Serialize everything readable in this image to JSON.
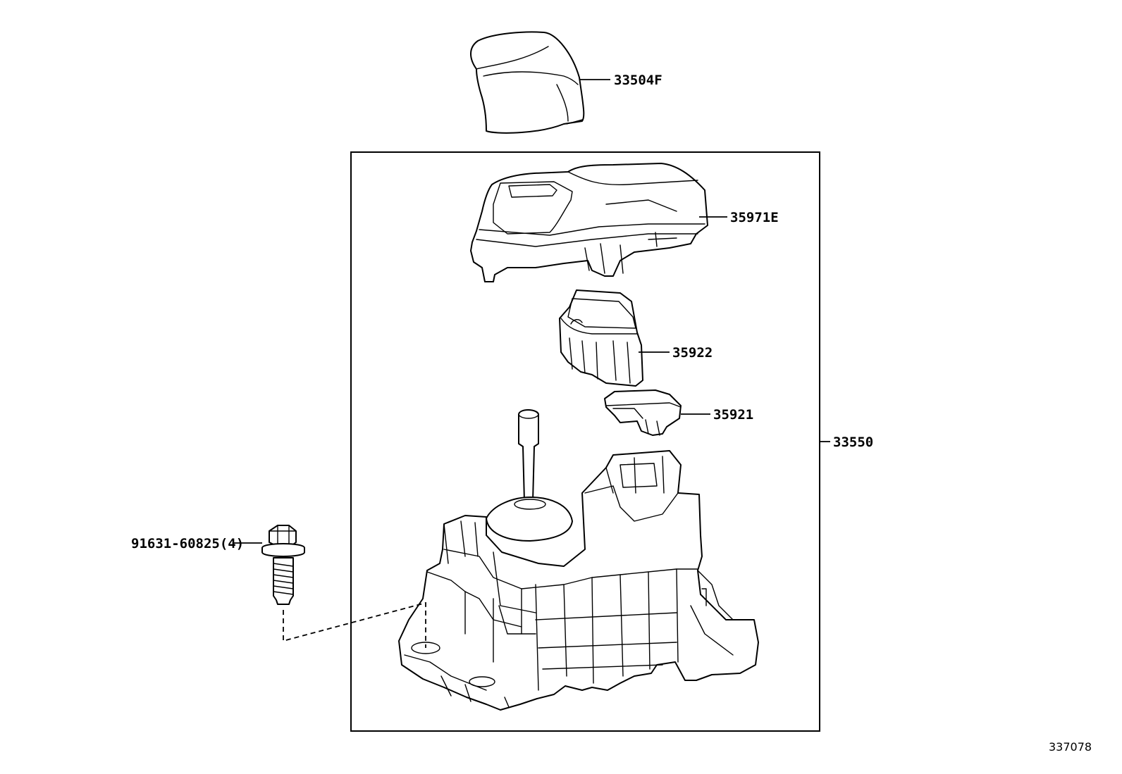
{
  "parts": {
    "knob": {
      "number": "33504F"
    },
    "indicator_housing": {
      "number": "35971E"
    },
    "switch": {
      "number": "35922"
    },
    "cover": {
      "number": "35921"
    },
    "shift_lever_assembly": {
      "number": "33550"
    },
    "bolt": {
      "number": "91631-60825(4)"
    }
  },
  "diagram_id": "337078"
}
